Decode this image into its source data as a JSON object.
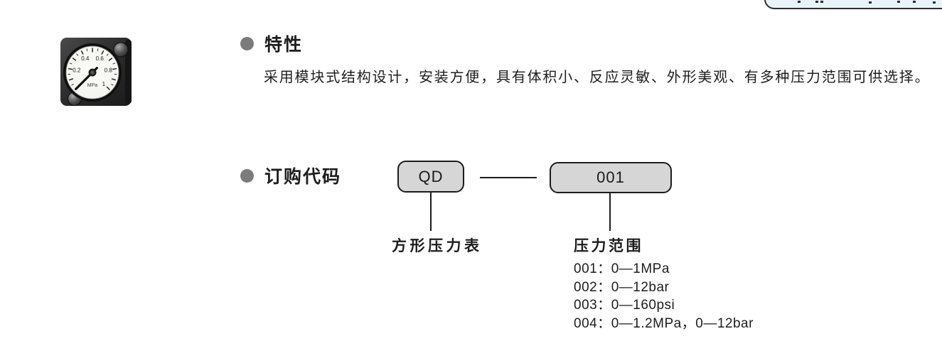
{
  "page": {
    "background": "#ffffff"
  },
  "top_right_tab": {
    "fill": "#e9f4fa",
    "border_color": "#2e2e2e",
    "note": "partially cut-off rounded tab at top edge"
  },
  "product": {
    "kind": "square pressure gauge photo",
    "body_color": "#2a2a2a",
    "gauge": {
      "unit": "MPa",
      "dial_labels": [
        {
          "value": 0.2,
          "text": "0.2"
        },
        {
          "value": 0.4,
          "text": "0.4"
        },
        {
          "value": 0.6,
          "text": "0.6"
        },
        {
          "value": 0.8,
          "text": "0.8"
        },
        {
          "value": 1,
          "text": "1"
        }
      ],
      "range_min": 0,
      "range_max": 1,
      "needle_value": 0
    }
  },
  "features": {
    "bullet_color": "#7b7b7b",
    "title": "特性",
    "description": "采用模块式结构设计，安装方便，具有体积小、反应灵敏、外形美观、有多种压力范围可供选择。"
  },
  "ordering": {
    "title": "订购代码",
    "box_fill": "#d6d6d6",
    "code_boxes": [
      {
        "code": "QD"
      },
      {
        "code": "001"
      }
    ],
    "labels": {
      "model": "方形压力表",
      "range_title": "压力范围",
      "range_options": [
        "001：0—1MPa",
        "002：0—12bar",
        "003：0—160psi",
        "004：0—1.2MPa，0—12bar"
      ]
    }
  }
}
